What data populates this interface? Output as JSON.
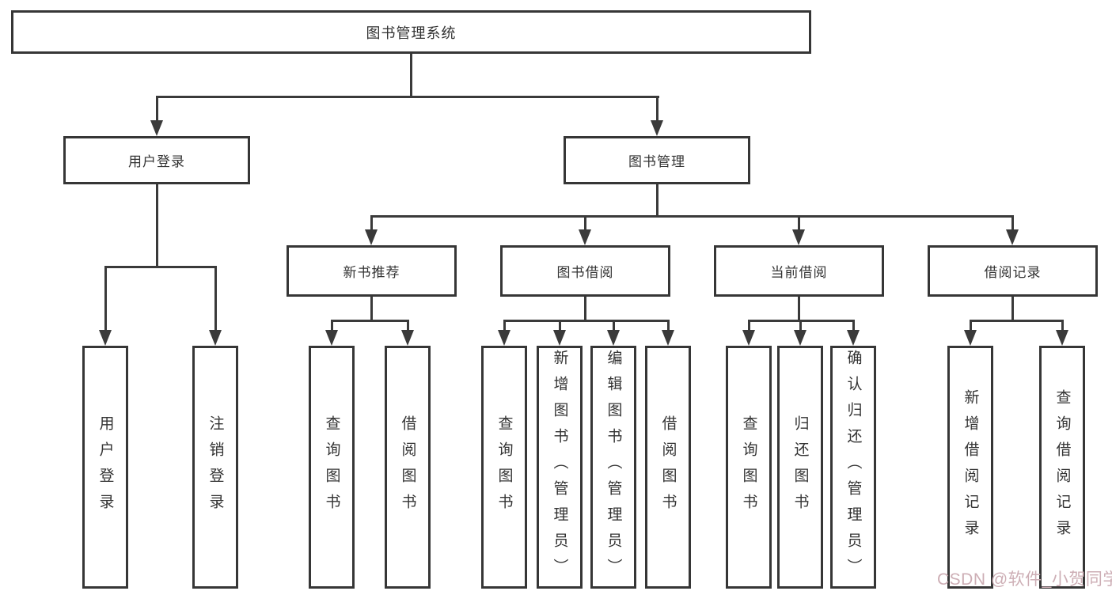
{
  "diagram": {
    "root": {
      "label": "图书管理系统"
    },
    "branches": [
      {
        "label": "用户登录",
        "leaves": [
          "用户登录",
          "注销登录"
        ]
      },
      {
        "label": "图书管理",
        "groups": [
          {
            "label": "新书推荐",
            "leaves": [
              "查询图书",
              "借阅图书"
            ]
          },
          {
            "label": "图书借阅",
            "leaves": [
              "查询图书",
              "新增图书（管理员）",
              "编辑图书（管理员）",
              "借阅图书"
            ]
          },
          {
            "label": "当前借阅",
            "leaves": [
              "查询图书",
              "归还图书",
              "确认归还（管理员）"
            ]
          },
          {
            "label": "借阅记录",
            "leaves": [
              "新增借阅记录",
              "查询借阅记录"
            ]
          }
        ]
      }
    ]
  },
  "watermark": {
    "text": "CSDN @软件_小贺同学",
    "color": "#cdaeb5"
  },
  "colors": {
    "line": "#3a3a3a",
    "border": "#363636",
    "text": "#333333",
    "background": "#ffffff"
  }
}
